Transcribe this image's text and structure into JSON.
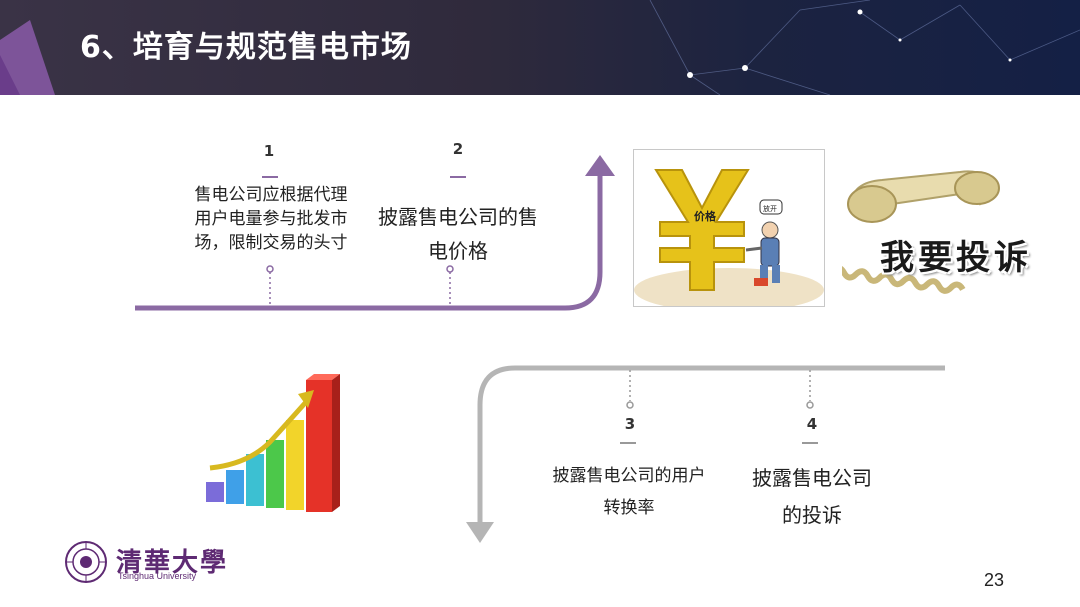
{
  "slide": {
    "title": "6、培育与规范售电市场",
    "page_number": "23"
  },
  "steps": [
    {
      "num": "1",
      "text": "售电公司应根据代理用户电量参与批发市场，限制交易的头寸"
    },
    {
      "num": "2",
      "text": "披露售电公司的售电价格"
    },
    {
      "num": "3",
      "text": "披露售电公司的用户转换率"
    },
    {
      "num": "4",
      "text": "披露售电公司的投诉"
    }
  ],
  "images": {
    "price_cartoon_label": "价格",
    "price_cartoon_sign": "放开",
    "complaint_text": "我要投诉"
  },
  "logo": {
    "name": "清華大學",
    "sub": "Tsinghua University"
  },
  "colors": {
    "header_bg": "#2f2a3c",
    "purple_line": "#8b6aa3",
    "gray_line": "#b0b0b0",
    "accent_purple": "#9b59b6"
  }
}
